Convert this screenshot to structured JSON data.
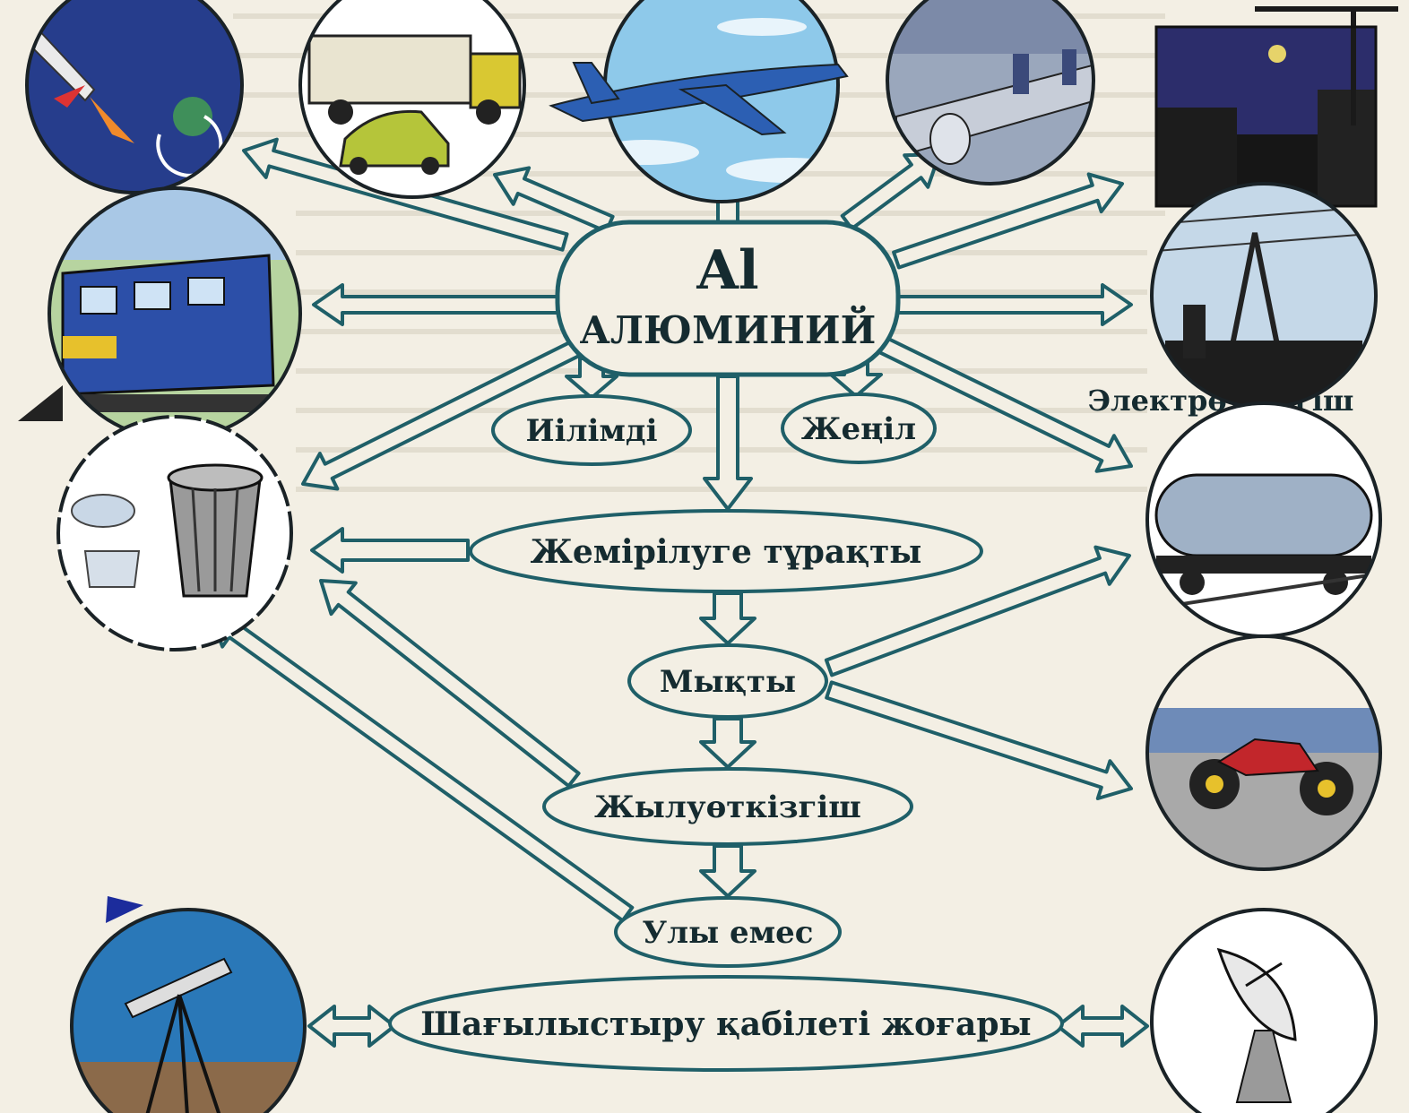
{
  "center": {
    "symbol": "Al",
    "name": "АЛЮМИНИЙ"
  },
  "properties": {
    "malleable": "Иілімді",
    "light": "Жеңіл",
    "corrosion": "Жемірілуге тұрақты",
    "strong": "Мықты",
    "heat": "Жылуөткізгіш",
    "nontoxic": "Улы емес",
    "reflective": "Шағылыстыру қабілеті жоғары"
  },
  "labels": {
    "electro": "Электрөткізгіш"
  },
  "icons": [
    "rocket-icon",
    "truck-car-icon",
    "airplane-icon",
    "pipeline-icon",
    "construction-icon",
    "train-icon",
    "power-line-icon",
    "cookware-trashcan-icon",
    "tank-car-icon",
    "motorcycle-icon",
    "telescope-icon",
    "satellite-dish-icon"
  ],
  "colors": {
    "outline": "#1f5f68",
    "text": "#152b30",
    "paper": "#f3efe4"
  }
}
